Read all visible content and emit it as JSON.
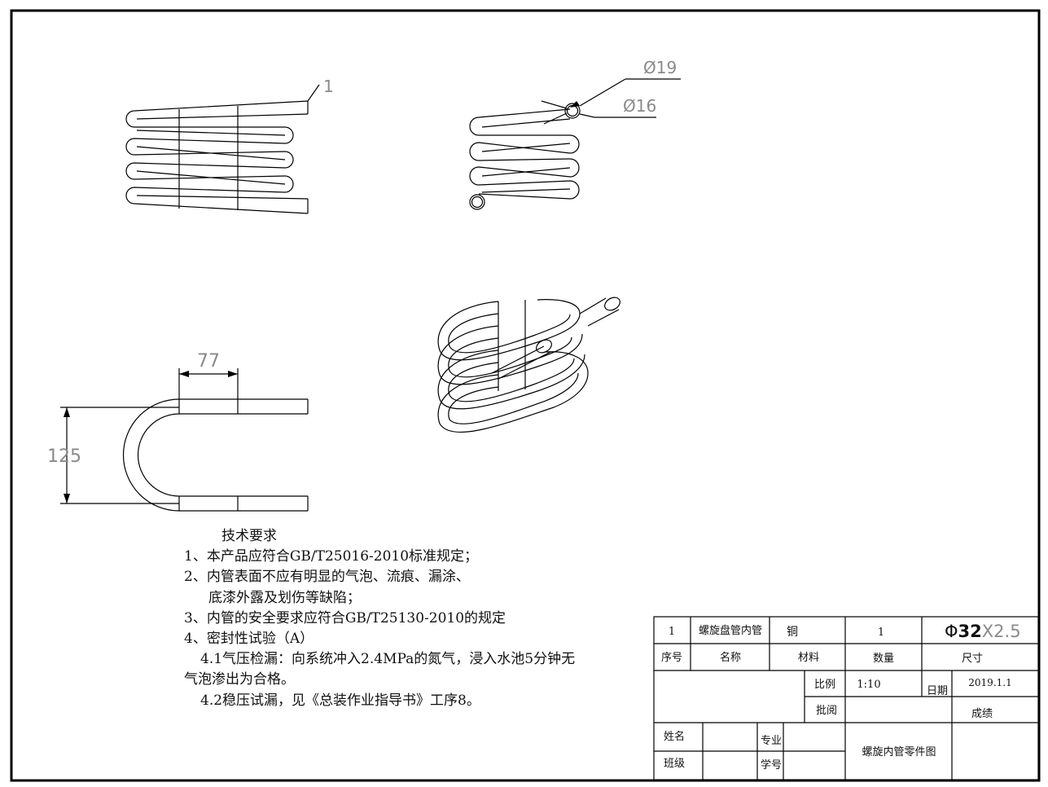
{
  "labels": {
    "part_no": "1",
    "dia_outer": "Ø19",
    "dia_inner": "Ø16",
    "width": "77",
    "height": "125"
  },
  "tech_requirements": {
    "title": "技术要求",
    "items": [
      "1、本产品应符合GB/T25016-2010标准规定；",
      "2、内管表面不应有明显的气泡、流痕、漏涂、",
      "底漆外露及划伤等缺陷；",
      "3、内管的安全要求应符合GB/T25130-2010的规定",
      "4、密封性试验（A）",
      "4.1气压检漏：向系统冲入2.4MPa的氮气，浸入水池5分钟无",
      "气泡渗出为合格。",
      "4.2稳压试漏，见《总装作业指导书》工序8。"
    ]
  },
  "title_block": {
    "row1": {
      "no": "1",
      "name": "螺旋盘管内管",
      "material": "铜",
      "qty": "1",
      "size_prefix": "Φ",
      "size_main": "32",
      "size_suffix": "X2.5"
    },
    "row2": {
      "no": "序号",
      "name": "名称",
      "material": "材料",
      "qty": "数量",
      "size": "尺寸"
    },
    "scale_label": "比例",
    "scale_value": "1:10",
    "date_label": "日期",
    "date_value": "2019.1.1",
    "review_label": "批阅",
    "grade_label": "成绩",
    "name_label": "姓名",
    "major_label": "专业",
    "class_label": "班级",
    "student_no_label": "学号",
    "drawing_title": "螺旋内管零件图"
  }
}
